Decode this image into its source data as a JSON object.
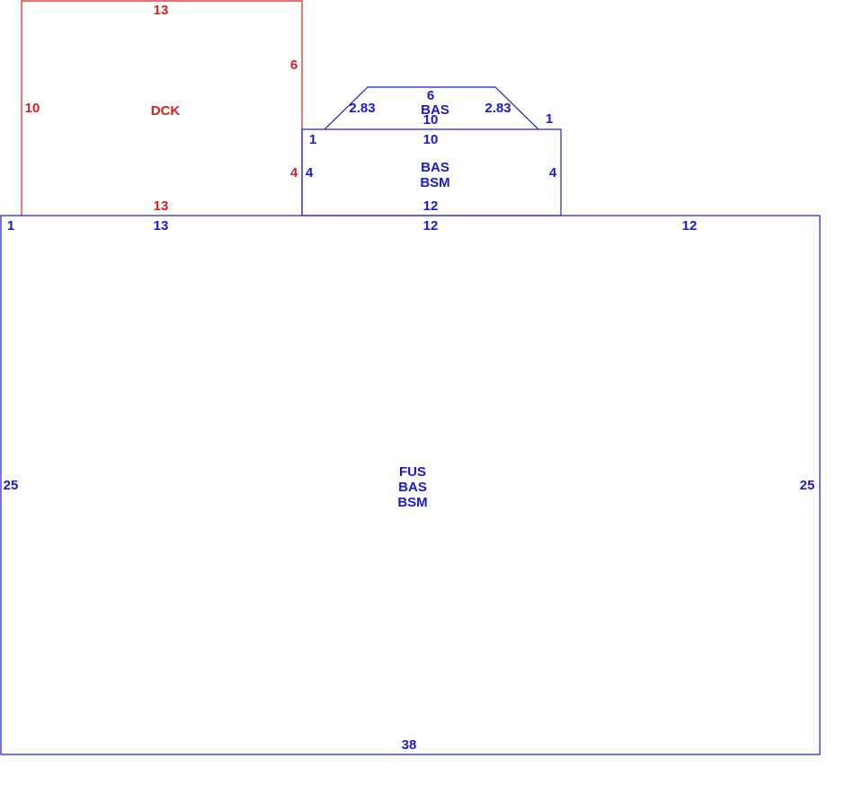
{
  "colors": {
    "deck": "#d42020",
    "structure": "#1a1acc",
    "background": "#ffffff"
  },
  "deck": {
    "area_code": "DCK",
    "dims": {
      "top": "13",
      "left": "10",
      "right_upper": "6",
      "right_lower": "4",
      "bottom": "13"
    }
  },
  "bay": {
    "area_code": "BAS",
    "dims": {
      "top": "6",
      "inner": "10",
      "diag_left": "2.83",
      "diag_right": "2.83",
      "offset_right": "1"
    }
  },
  "addition": {
    "area_codes": [
      "BAS",
      "BSM"
    ],
    "dims": {
      "top_offset_left": "1",
      "top": "10",
      "left": "4",
      "right": "4",
      "bottom": "12"
    }
  },
  "main": {
    "area_codes": [
      "FUS",
      "BAS",
      "BSM"
    ],
    "dims": {
      "top_offset_left": "1",
      "top_left": "13",
      "top_middle": "12",
      "top_right": "12",
      "left": "25",
      "right": "25",
      "bottom": "38"
    }
  }
}
